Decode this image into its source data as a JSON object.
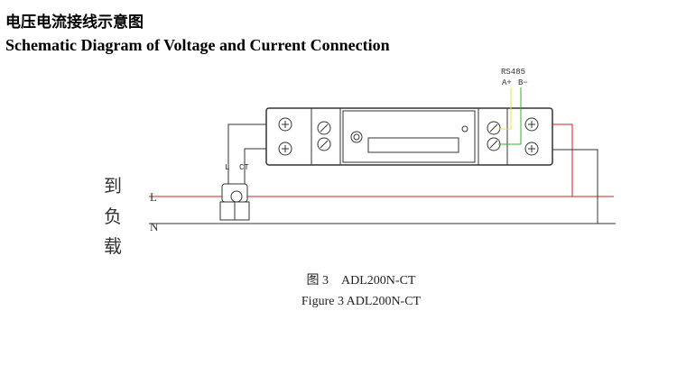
{
  "title_cn": "电压电流接线示意图",
  "title_en": "Schematic Diagram of Voltage and Current Connection",
  "diagram": {
    "rs485": "RS485",
    "a_plus": "A+",
    "b_minus": "B−",
    "ct_l": "L",
    "ct_ct": "CT",
    "line_l": "L",
    "line_n": "N",
    "load_chars": [
      "到",
      "负",
      "载"
    ],
    "colors": {
      "live": "#cc2020",
      "a_wire": "#e8e040",
      "b_wire": "#30b030",
      "neutral": "#333333"
    }
  },
  "caption_cn": "图 3　ADL200N-CT",
  "caption_en": "Figure 3 ADL200N-CT"
}
